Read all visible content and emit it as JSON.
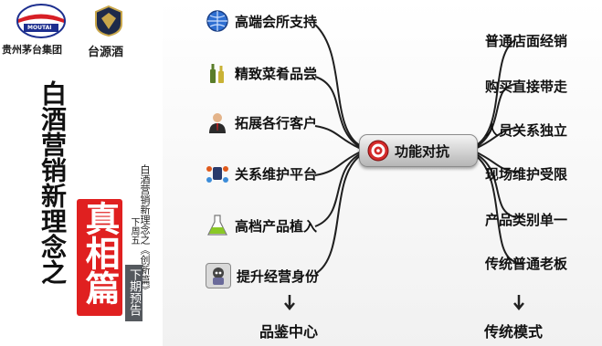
{
  "logos": {
    "moutai_sub": "MOUTAI",
    "moutai_text": "贵州茅台集团",
    "taiyuan_text": "台源酒"
  },
  "left": {
    "title": "白酒营销新理念之",
    "highlight": "真相篇",
    "subtitle": "白酒营销新理念之《创新篇》",
    "weekday": "下周五",
    "preview": "下期预告"
  },
  "mindmap": {
    "center": "功能对抗",
    "left_items": [
      "高端会所支持",
      "精致菜肴品尝",
      "拓展各行客户",
      "关系维护平台",
      "高档产品植入",
      "提升经营身份"
    ],
    "right_items": [
      "普通店面经销",
      "购买直接带走",
      "人员关系独立",
      "现场维护受限",
      "产品类别单一",
      "传统普通老板"
    ],
    "bottom_left": "品鉴中心",
    "bottom_right": "传统模式"
  },
  "icons": [
    "globe-icon",
    "wine-bottles-icon",
    "businessman-icon",
    "network-icon",
    "flask-icon",
    "robot-icon",
    "target-icon"
  ]
}
